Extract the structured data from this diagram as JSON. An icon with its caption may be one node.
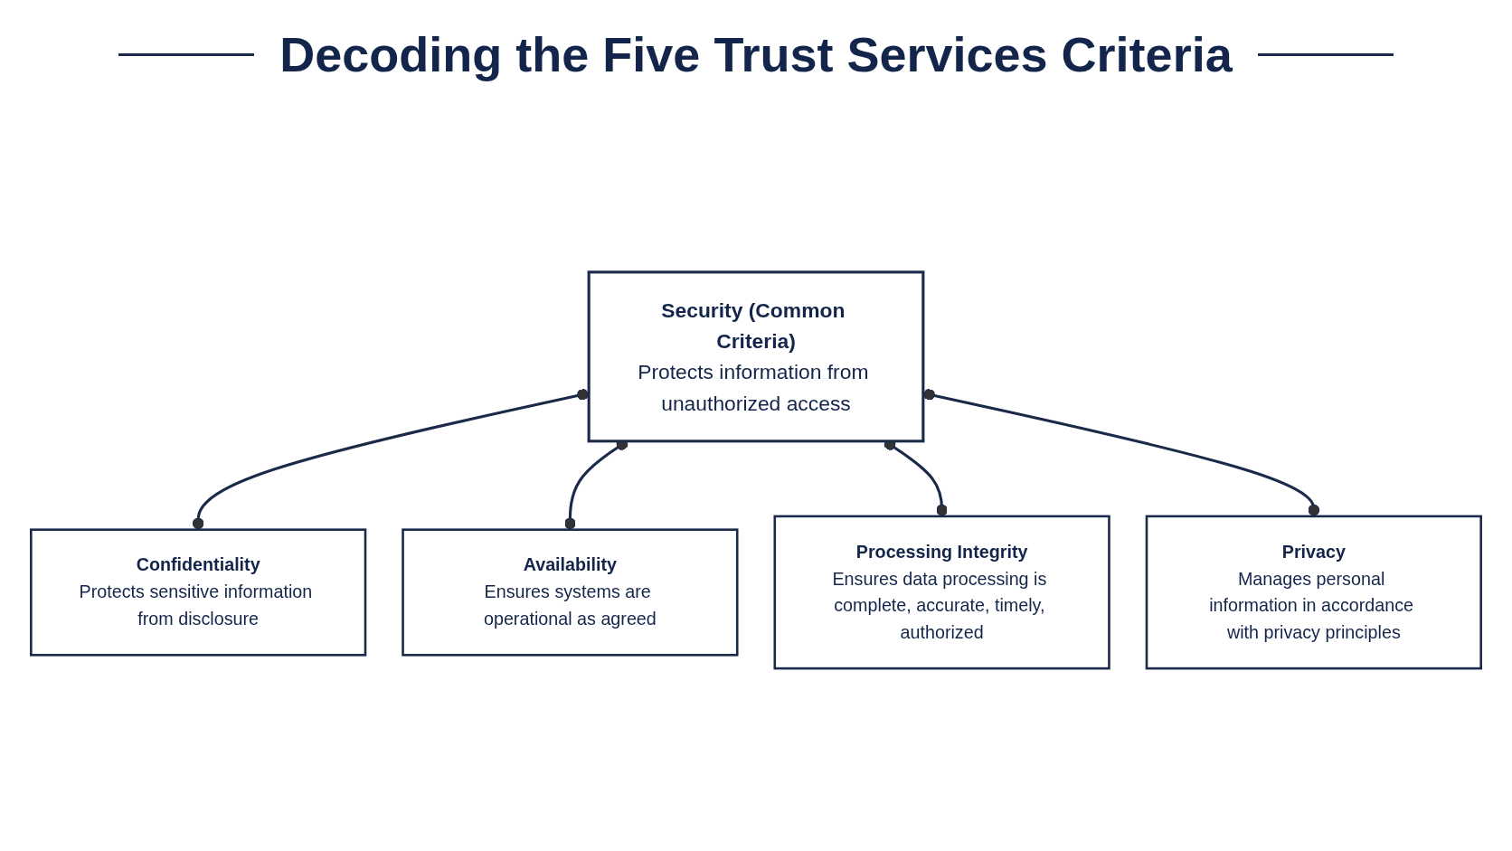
{
  "diagram": {
    "title": "Decoding the Five Trust Services Criteria",
    "nodes": [
      {
        "text": [
          "Security (Common Criteria)",
          "Protects information from unauthorized access"
        ]
      },
      {
        "text": [
          "Confidentiality",
          "Protects sensitive information from disclosure"
        ]
      },
      {
        "text": [
          "Availability",
          "Ensures systems are operational as agreed"
        ]
      },
      {
        "text": [
          "Processing Integrity",
          "Ensures data processing is complete, accurate, timely, authorized"
        ]
      },
      {
        "text": [
          "Privacy",
          "Manages personal information in accordance with privacy principles"
        ]
      }
    ],
    "edges": [
      {
        "from": 0,
        "to": 1,
        "arrow": "other"
      },
      {
        "from": 0,
        "to": 2,
        "arrow": "other"
      },
      {
        "from": 0,
        "to": 3,
        "arrow": "other"
      },
      {
        "from": 0,
        "to": 4,
        "arrow": "other"
      }
    ]
  }
}
